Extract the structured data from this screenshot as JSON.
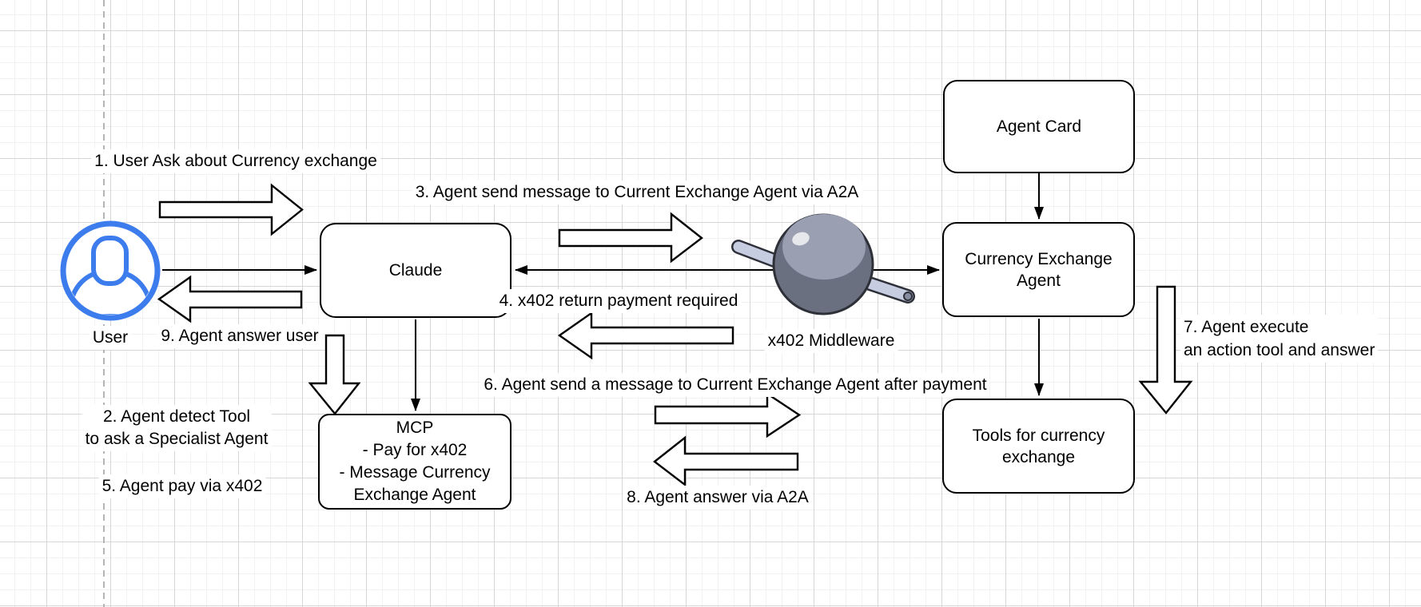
{
  "nodes": {
    "user": "User",
    "claude": "Claude",
    "agent_card": "Agent Card",
    "currency_exchange_agent": "Currency Exchange Agent",
    "tools_for_currency_exchange": "Tools for currency exchange",
    "mcp": [
      "MCP",
      "- Pay for x402",
      "- Message Currency",
      "Exchange Agent"
    ],
    "middleware": "x402 Middleware"
  },
  "steps": {
    "s1": "1. User Ask about Currency exchange",
    "s2": [
      "2. Agent detect Tool",
      "to ask a Specialist Agent"
    ],
    "s3": "3. Agent send message to Current Exchange Agent via A2A",
    "s4": "4. x402 return payment required",
    "s5": "5. Agent pay via x402",
    "s6": "6. Agent send a message to Current Exchange Agent after payment",
    "s7": [
      "7. Agent execute",
      "an action tool and answer"
    ],
    "s8": "8. Agent answer via A2A",
    "s9": "9. Agent answer user"
  },
  "colors": {
    "user_icon_blue": "#3c7ced",
    "sphere_body": "#6a7080",
    "sphere_dome": "#9aa0b2",
    "sphere_highlight": "#e7e8ec",
    "sphere_rod": "#c7cde0",
    "shape_outline": "#000000",
    "grid_minor": "#f3f2f2",
    "grid_major": "#d6d6d6",
    "page_divider": "#b5b5b5"
  }
}
